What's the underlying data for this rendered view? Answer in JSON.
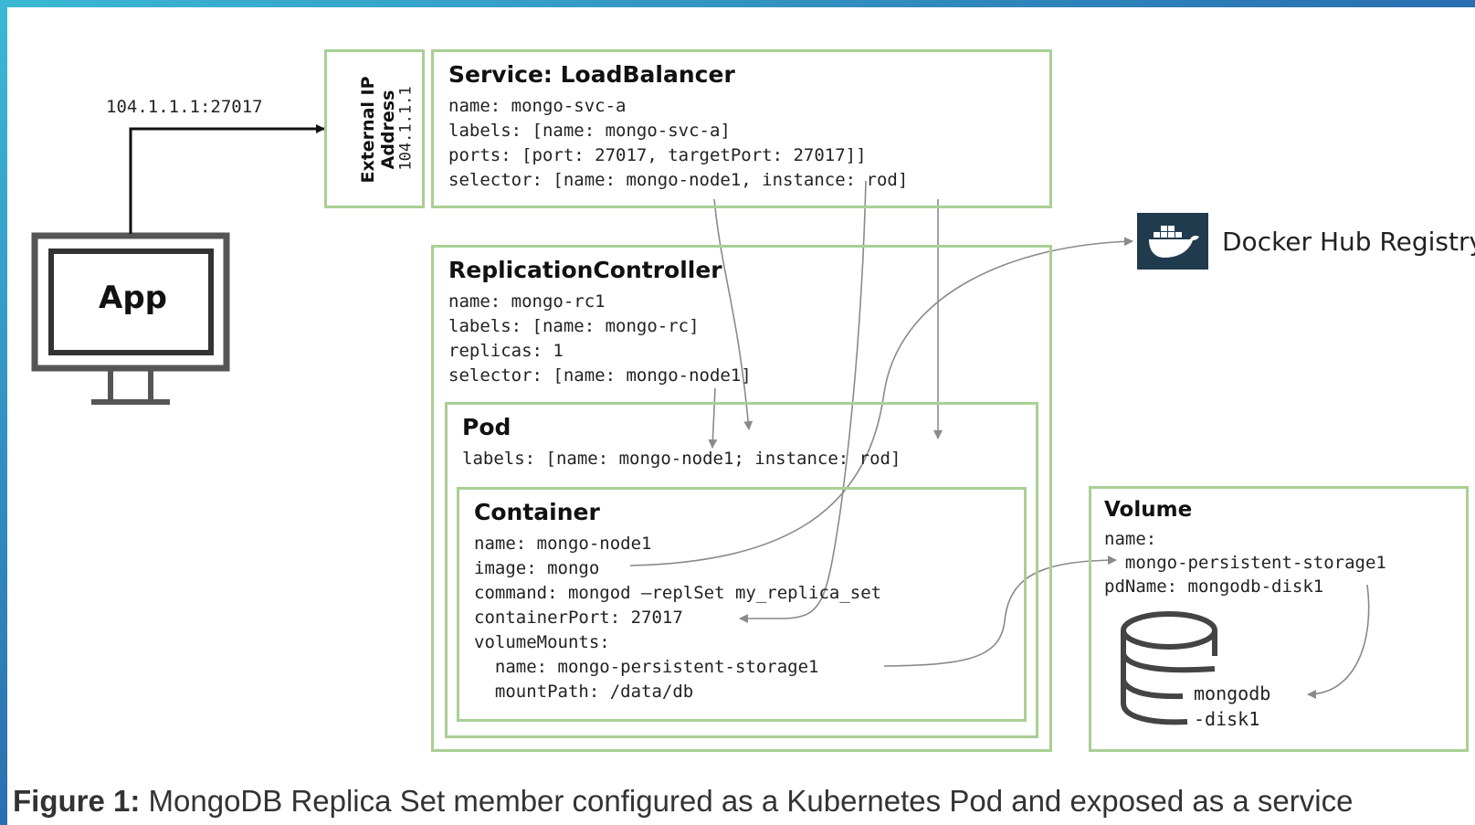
{
  "colors": {
    "frame_gradient_start": "#3bb8d4",
    "frame_gradient_end": "#2a6fb0",
    "box_border": "#a9cf94",
    "docker_bg": "#1f3b4d"
  },
  "app": {
    "label": "App",
    "connection_label": "104.1.1.1:27017"
  },
  "external_ip": {
    "title_line1": "External IP",
    "title_line2": "Address",
    "ip": "104.1.1.1"
  },
  "service": {
    "title": "Service: LoadBalancer",
    "lines": [
      "name: mongo-svc-a",
      "labels: [name: mongo-svc-a]",
      "ports: [port: 27017, targetPort: 27017]]",
      "selector: [name: mongo-node1, instance: rod]"
    ]
  },
  "replication_controller": {
    "title": "ReplicationController",
    "lines": [
      "name: mongo-rc1",
      "labels: [name: mongo-rc]",
      "replicas: 1",
      "selector: [name: mongo-node1]"
    ]
  },
  "pod": {
    "title": "Pod",
    "lines": [
      "labels: [name: mongo-node1; instance: rod]"
    ]
  },
  "container": {
    "title": "Container",
    "lines": [
      "name: mongo-node1",
      "image: mongo",
      "command: mongod —replSet my_replica_set",
      "containerPort: 27017",
      "volumeMounts:",
      "  name: mongo-persistent-storage1",
      "  mountPath: /data/db"
    ]
  },
  "docker": {
    "label": "Docker Hub Registry",
    "icon": "docker-whale-icon"
  },
  "volume": {
    "title": "Volume",
    "lines": [
      "name:",
      "  mongo-persistent-storage1",
      "pdName: mongodb-disk1"
    ],
    "disk_line1": "mongodb",
    "disk_line2": "-disk1"
  },
  "caption": {
    "label": "Figure 1:",
    "text": " MongoDB Replica Set member configured as a Kubernetes Pod and exposed as a service"
  }
}
